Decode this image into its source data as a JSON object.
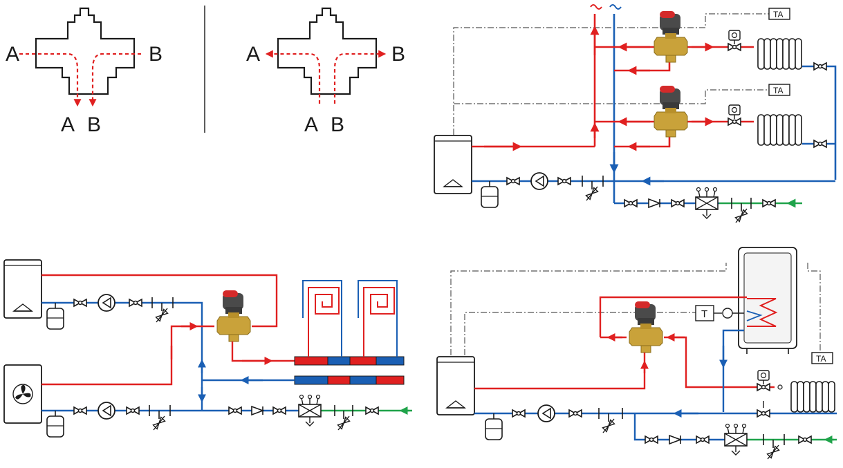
{
  "valve_diagrams": {
    "mixing": {
      "port_a": "A",
      "port_b": "B",
      "port_ab_a": "A",
      "port_ab_b": "B"
    },
    "diverting": {
      "port_a": "A",
      "port_b": "B",
      "port_ab_a": "A",
      "port_ab_b": "B"
    }
  },
  "schematics": {
    "radiator_system": {
      "thermostat_1": "TA",
      "thermostat_2": "TA"
    },
    "hot_water_system": {
      "thermostat": "TA",
      "sensor": "T"
    }
  },
  "colors": {
    "supply": "#e02020",
    "return": "#1a5fb4",
    "cold_water": "#1fa34a",
    "control_line": "#555555",
    "outline": "#1a1a1a",
    "valve_brass": "#c9a23a",
    "actuator": "#4a4a4a",
    "actuator_cap": "#d42a2a"
  },
  "icons": [
    "three-way-valve-icon",
    "pump-icon",
    "radiator-icon",
    "boiler-icon",
    "expansion-tank-icon",
    "ball-valve-icon",
    "check-valve-icon",
    "filter-icon",
    "pressure-reducer-icon",
    "hot-water-tank-icon",
    "floor-heating-loop-icon",
    "manifold-icon",
    "fan-icon"
  ]
}
